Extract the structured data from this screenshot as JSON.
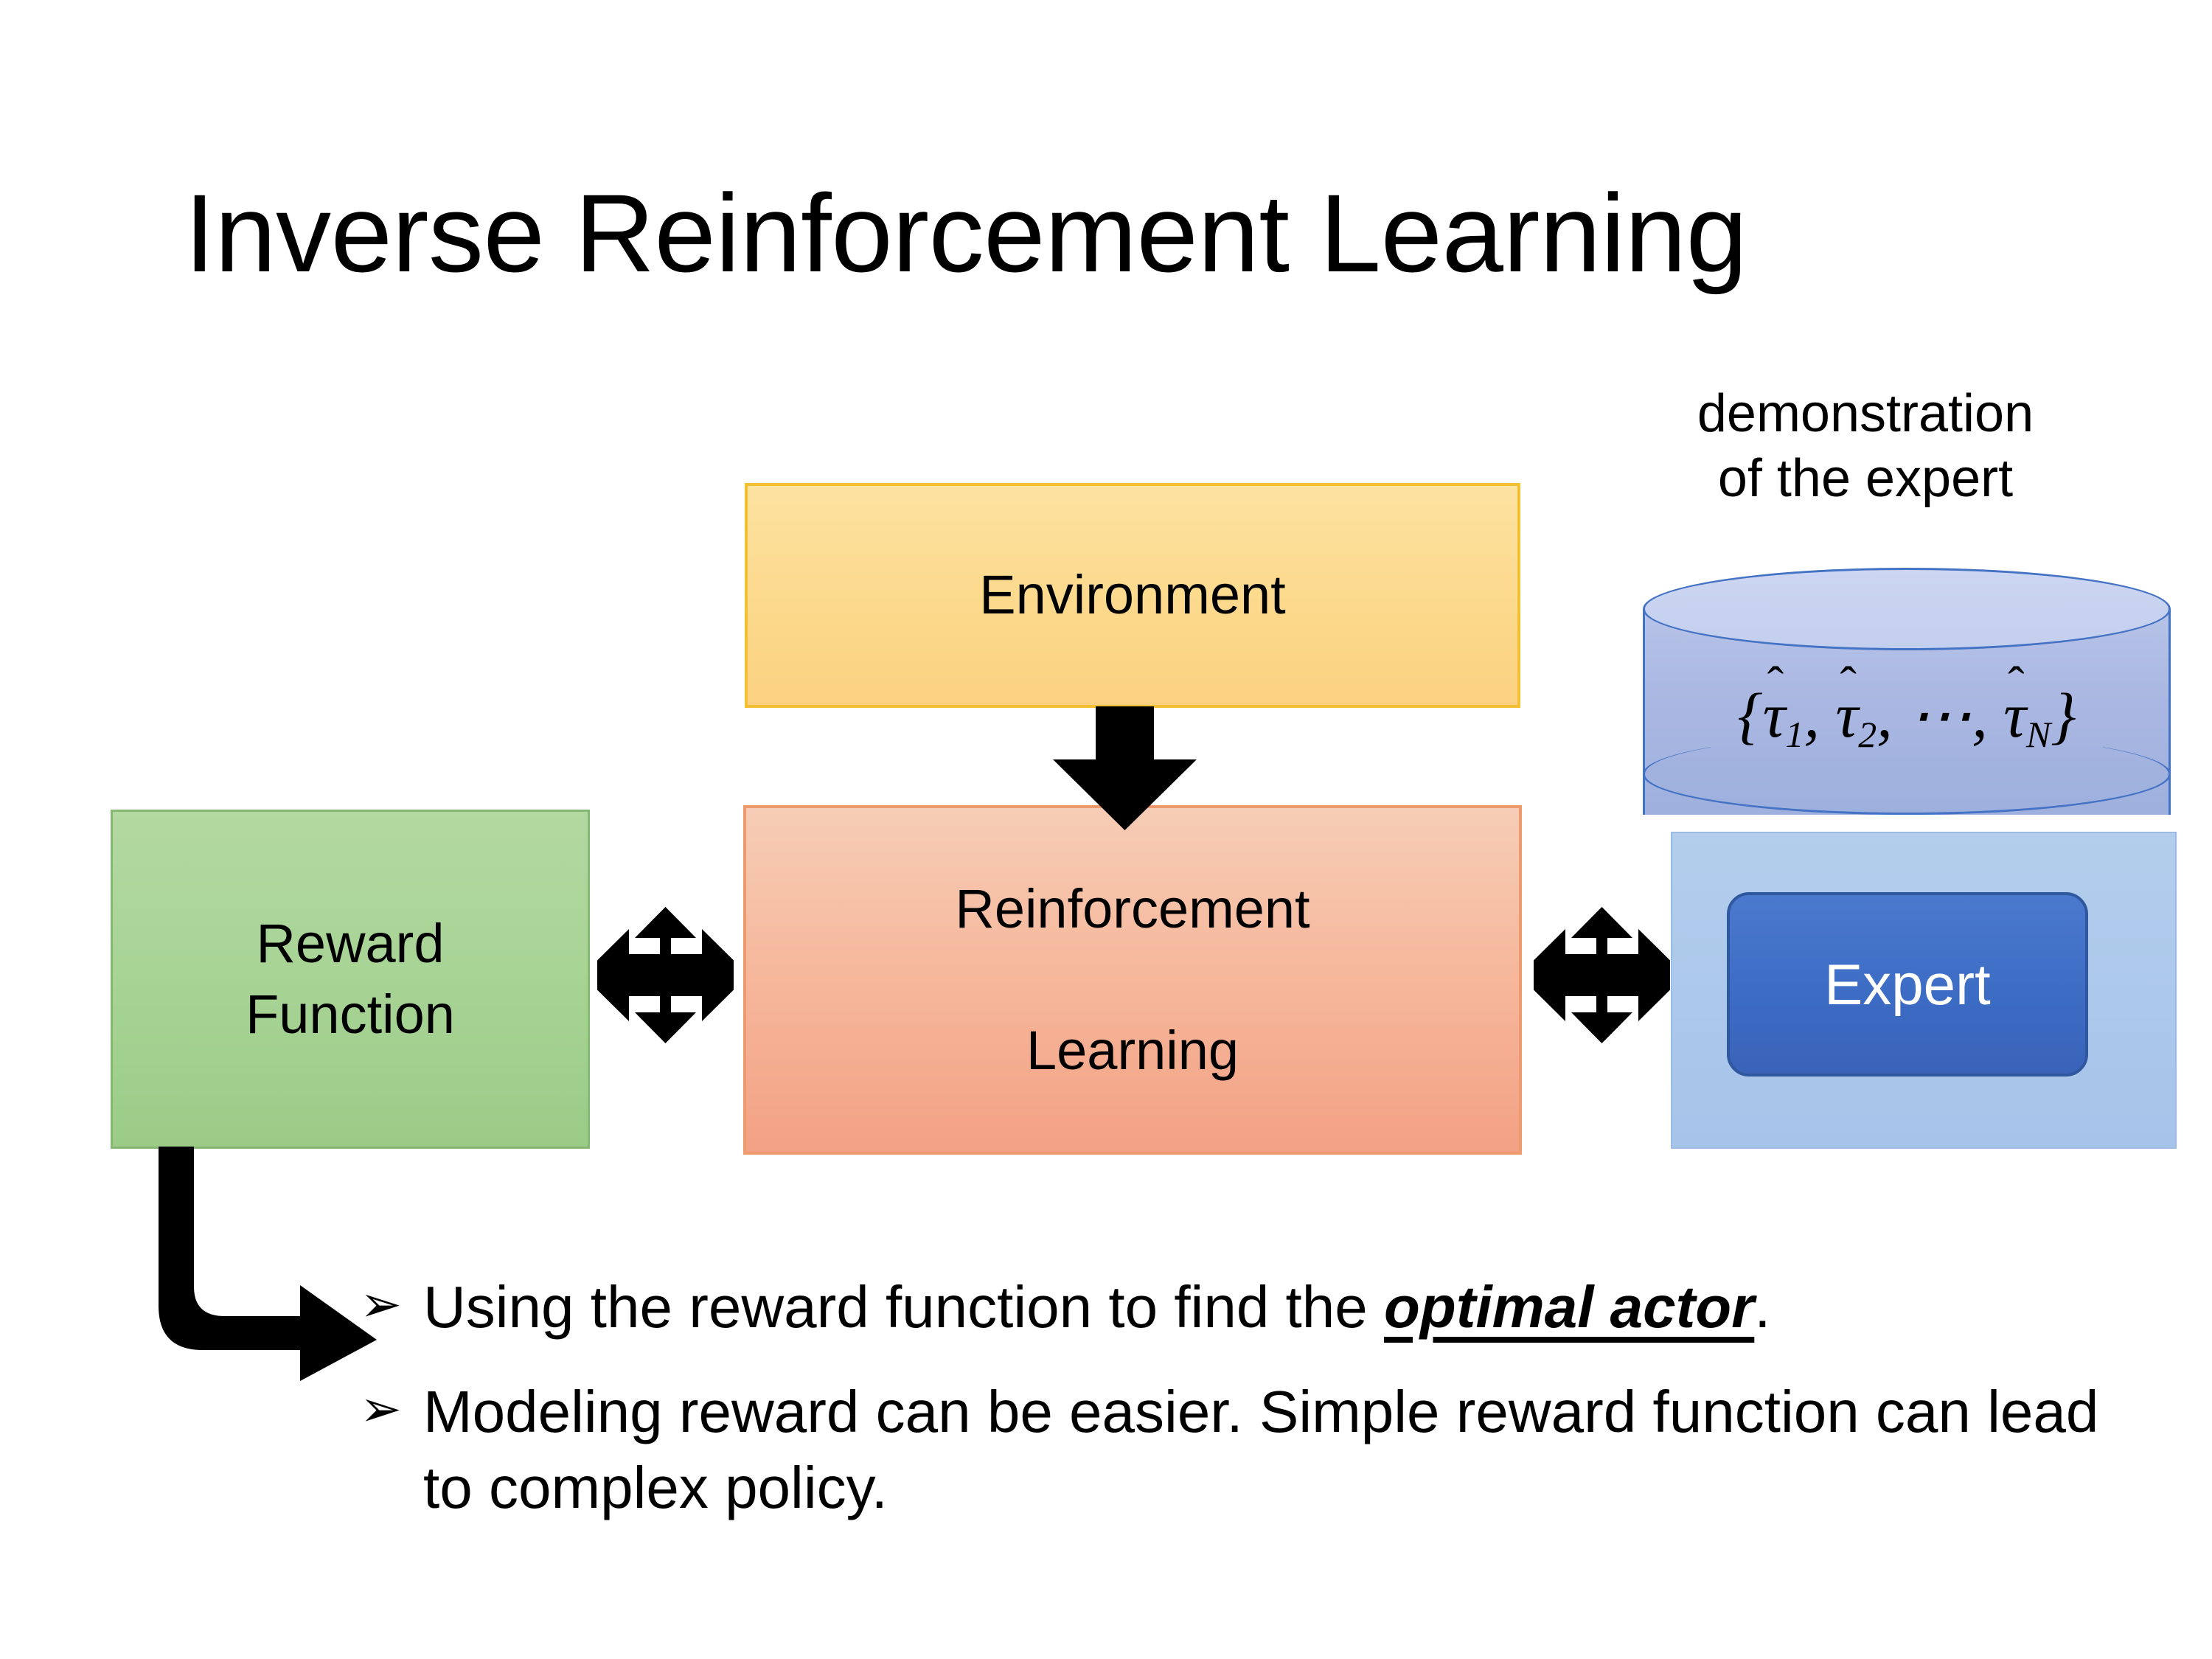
{
  "slide": {
    "title": "Inverse Reinforcement Learning",
    "background_color": "#ffffff"
  },
  "diagram": {
    "environment": {
      "label": "Environment",
      "fill_color": "#fbd98c",
      "border_color": "#f3c033"
    },
    "reinforcement_learning": {
      "label": "Reinforcement\nLearning",
      "line1": "Reinforcement",
      "line2": "Learning",
      "fill_color": "#f6b99d",
      "border_color": "#ed9a6e"
    },
    "reward_function": {
      "line1": "Reward",
      "line2": "Function",
      "fill_color": "#a6d394",
      "border_color": "#85b873"
    },
    "expert": {
      "label": "Expert",
      "fill_color": "#3c6bc4",
      "border_color": "#2f589f",
      "text_color": "#ffffff",
      "backdrop_color": "#a6c4ea"
    },
    "demonstration": {
      "caption_line1": "demonstration",
      "caption_line2": "of the expert",
      "cylinder_fill": "#aab7e2",
      "cylinder_border": "#4472c4",
      "formula": {
        "open_brace": "{",
        "items": [
          {
            "symbol": "τ",
            "hat": "ˆ",
            "subscript": "1"
          },
          {
            "symbol": "τ",
            "hat": "ˆ",
            "subscript": "2"
          },
          {
            "symbol": "⋯",
            "hat": "",
            "subscript": ""
          },
          {
            "symbol": "τ",
            "hat": "ˆ",
            "subscript": "N"
          }
        ],
        "separator": ", ",
        "close_brace": "}",
        "plain_text": "{τ̂1, τ̂2, ⋯, τ̂N}"
      }
    },
    "arrows": [
      {
        "name": "environment-to-rl",
        "kind": "down-arrow",
        "color": "#000000"
      },
      {
        "name": "reward-rl-exchange",
        "kind": "quad-arrow",
        "color": "#000000"
      },
      {
        "name": "rl-expert-exchange",
        "kind": "quad-arrow",
        "color": "#000000"
      },
      {
        "name": "reward-to-bullets",
        "kind": "bent-arrow",
        "color": "#000000"
      }
    ]
  },
  "bullets": [
    {
      "marker": "➢",
      "prefix": "Using the reward function to find the ",
      "emphasis": "optimal actor",
      "suffix": "."
    },
    {
      "marker": "➢",
      "prefix": "Modeling reward can be easier. Simple reward function can lead to complex policy.",
      "emphasis": "",
      "suffix": ""
    }
  ]
}
